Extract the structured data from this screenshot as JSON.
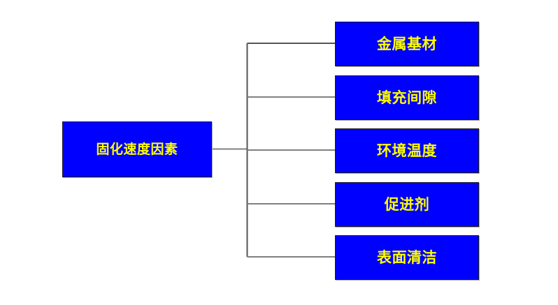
{
  "diagram": {
    "type": "tree-hierarchy",
    "orientation": "left-to-right",
    "background_color": "#FFFFFF",
    "node_fill_color": "#0000FF",
    "node_text_color": "#FFFF00",
    "node_border_color": "#1A1A1A",
    "connector_color": "#808080",
    "root": {
      "label": "固化速度因素"
    },
    "branches": [
      {
        "label": "金属基材"
      },
      {
        "label": "填充间隙"
      },
      {
        "label": "环境温度"
      },
      {
        "label": "促进剂"
      },
      {
        "label": "表面清洁"
      }
    ]
  }
}
